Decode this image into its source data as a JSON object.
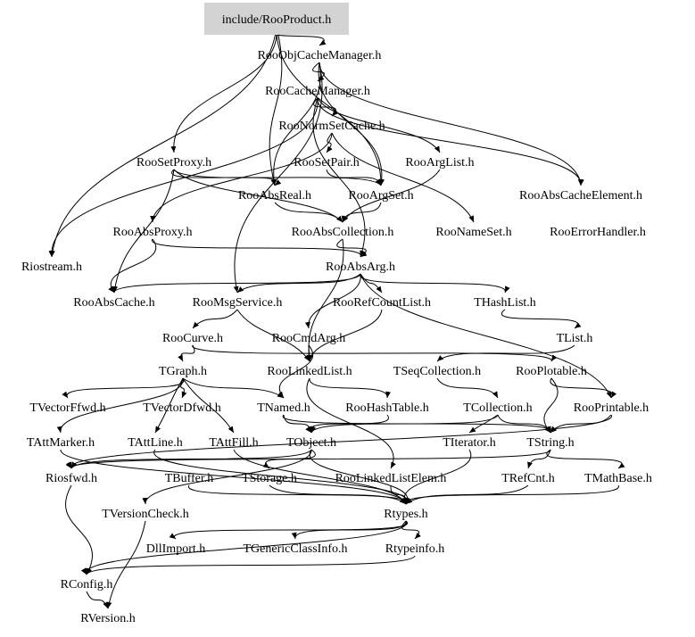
{
  "nodes": [
    {
      "id": "root",
      "label": "include/RooProduct.h",
      "highlight": true
    },
    {
      "id": "objcache",
      "label": "RooObjCacheManager.h"
    },
    {
      "id": "cachemgr",
      "label": "RooCacheManager.h"
    },
    {
      "id": "normset",
      "label": "RooNormSetCache.h"
    },
    {
      "id": "setproxy",
      "label": "RooSetProxy.h"
    },
    {
      "id": "setpair",
      "label": "RooSetPair.h"
    },
    {
      "id": "arglist",
      "label": "RooArgList.h"
    },
    {
      "id": "absreal",
      "label": "RooAbsReal.h"
    },
    {
      "id": "argset",
      "label": "RooArgSet.h"
    },
    {
      "id": "abscacheel",
      "label": "RooAbsCacheElement.h"
    },
    {
      "id": "absproxy",
      "label": "RooAbsProxy.h"
    },
    {
      "id": "abscoll",
      "label": "RooAbsCollection.h"
    },
    {
      "id": "nameset",
      "label": "RooNameSet.h"
    },
    {
      "id": "errhandler",
      "label": "RooErrorHandler.h"
    },
    {
      "id": "riostream",
      "label": "Riostream.h"
    },
    {
      "id": "absarg",
      "label": "RooAbsArg.h"
    },
    {
      "id": "abscache",
      "label": "RooAbsCache.h"
    },
    {
      "id": "msgservice",
      "label": "RooMsgService.h"
    },
    {
      "id": "refcount",
      "label": "RooRefCountList.h"
    },
    {
      "id": "thashlist",
      "label": "THashList.h"
    },
    {
      "id": "curve",
      "label": "RooCurve.h"
    },
    {
      "id": "cmdarg",
      "label": "RooCmdArg.h"
    },
    {
      "id": "tlist",
      "label": "TList.h"
    },
    {
      "id": "tgraph",
      "label": "TGraph.h"
    },
    {
      "id": "linkedlist",
      "label": "RooLinkedList.h"
    },
    {
      "id": "tseqcoll",
      "label": "TSeqCollection.h"
    },
    {
      "id": "plotable",
      "label": "RooPlotable.h"
    },
    {
      "id": "tvecf",
      "label": "TVectorFfwd.h"
    },
    {
      "id": "tvecd",
      "label": "TVectorDfwd.h"
    },
    {
      "id": "tnamed",
      "label": "TNamed.h"
    },
    {
      "id": "hashtable",
      "label": "RooHashTable.h"
    },
    {
      "id": "tcoll",
      "label": "TCollection.h"
    },
    {
      "id": "printable",
      "label": "RooPrintable.h"
    },
    {
      "id": "tattmarker",
      "label": "TAttMarker.h"
    },
    {
      "id": "tattline",
      "label": "TAttLine.h"
    },
    {
      "id": "tattfill",
      "label": "TAttFill.h"
    },
    {
      "id": "tobject",
      "label": "TObject.h"
    },
    {
      "id": "titerator",
      "label": "TIterator.h"
    },
    {
      "id": "tstring",
      "label": "TString.h"
    },
    {
      "id": "riosfwd",
      "label": "Riosfwd.h"
    },
    {
      "id": "tbuffer",
      "label": "TBuffer.h"
    },
    {
      "id": "tstorage",
      "label": "TStorage.h"
    },
    {
      "id": "linkedelem",
      "label": "RooLinkedListElem.h"
    },
    {
      "id": "trefcnt",
      "label": "TRefCnt.h"
    },
    {
      "id": "tmathbase",
      "label": "TMathBase.h"
    },
    {
      "id": "tversion",
      "label": "TVersionCheck.h"
    },
    {
      "id": "rtypes",
      "label": "Rtypes.h"
    },
    {
      "id": "dllimport",
      "label": "DllImport.h"
    },
    {
      "id": "tgeneric",
      "label": "TGenericClassInfo.h"
    },
    {
      "id": "rtypeinfo",
      "label": "Rtypeinfo.h"
    },
    {
      "id": "rconfig",
      "label": "RConfig.h"
    },
    {
      "id": "rversion",
      "label": "RVersion.h"
    }
  ],
  "edges": [
    [
      "root",
      "objcache"
    ],
    [
      "root",
      "setproxy"
    ],
    [
      "root",
      "riostream"
    ],
    [
      "root",
      "absreal"
    ],
    [
      "root",
      "argset"
    ],
    [
      "objcache",
      "cachemgr"
    ],
    [
      "objcache",
      "absreal"
    ],
    [
      "objcache",
      "argset"
    ],
    [
      "objcache",
      "msgservice"
    ],
    [
      "objcache",
      "abscacheel"
    ],
    [
      "cachemgr",
      "normset"
    ],
    [
      "cachemgr",
      "arglist"
    ],
    [
      "cachemgr",
      "abscacheel"
    ],
    [
      "cachemgr",
      "absarg"
    ],
    [
      "cachemgr",
      "riostream"
    ],
    [
      "normset",
      "setpair"
    ],
    [
      "normset",
      "nameset"
    ],
    [
      "normset",
      "absproxy"
    ],
    [
      "setproxy",
      "absreal"
    ],
    [
      "setproxy",
      "argset"
    ],
    [
      "setproxy",
      "abscache"
    ],
    [
      "setproxy",
      "abscoll"
    ],
    [
      "setpair",
      "argset"
    ],
    [
      "arglist",
      "abscoll"
    ],
    [
      "absreal",
      "abscoll"
    ],
    [
      "argset",
      "abscoll"
    ],
    [
      "abscoll",
      "absarg"
    ],
    [
      "abscoll",
      "linkedlist"
    ],
    [
      "absproxy",
      "absarg"
    ],
    [
      "absproxy",
      "abscache"
    ],
    [
      "absarg",
      "abscache"
    ],
    [
      "absarg",
      "msgservice"
    ],
    [
      "absarg",
      "refcount"
    ],
    [
      "absarg",
      "thashlist"
    ],
    [
      "absarg",
      "printable"
    ],
    [
      "absarg",
      "cmdarg"
    ],
    [
      "msgservice",
      "curve"
    ],
    [
      "msgservice",
      "linkedlist"
    ],
    [
      "refcount",
      "linkedlist"
    ],
    [
      "thashlist",
      "tlist"
    ],
    [
      "curve",
      "tgraph"
    ],
    [
      "curve",
      "plotable"
    ],
    [
      "cmdarg",
      "tnamed"
    ],
    [
      "cmdarg",
      "linkedlist"
    ],
    [
      "tlist",
      "tseqcoll"
    ],
    [
      "tgraph",
      "tvecf"
    ],
    [
      "tgraph",
      "tvecd"
    ],
    [
      "tgraph",
      "tnamed"
    ],
    [
      "tgraph",
      "tattmarker"
    ],
    [
      "tgraph",
      "tattline"
    ],
    [
      "tgraph",
      "tattfill"
    ],
    [
      "linkedlist",
      "hashtable"
    ],
    [
      "linkedlist",
      "linkedelem"
    ],
    [
      "tseqcoll",
      "tcoll"
    ],
    [
      "plotable",
      "printable"
    ],
    [
      "plotable",
      "tstring"
    ],
    [
      "tnamed",
      "tobject"
    ],
    [
      "tnamed",
      "tstring"
    ],
    [
      "hashtable",
      "tobject"
    ],
    [
      "tcoll",
      "tobject"
    ],
    [
      "tcoll",
      "titerator"
    ],
    [
      "tcoll",
      "tstring"
    ],
    [
      "printable",
      "tstring"
    ],
    [
      "printable",
      "riosfwd"
    ],
    [
      "tattmarker",
      "rtypes"
    ],
    [
      "tattline",
      "rtypes"
    ],
    [
      "tattfill",
      "rtypes"
    ],
    [
      "tobject",
      "riosfwd"
    ],
    [
      "tobject",
      "tstorage"
    ],
    [
      "tobject",
      "tversion"
    ],
    [
      "tobject",
      "rtypes"
    ],
    [
      "titerator",
      "rtypes"
    ],
    [
      "tstring",
      "trefcnt"
    ],
    [
      "tstring",
      "tmathbase"
    ],
    [
      "tstring",
      "riosfwd"
    ],
    [
      "tbuffer",
      "rtypes"
    ],
    [
      "tstorage",
      "rtypes"
    ],
    [
      "linkedelem",
      "rtypes"
    ],
    [
      "trefcnt",
      "rtypes"
    ],
    [
      "tmathbase",
      "rtypes"
    ],
    [
      "tversion",
      "rversion"
    ],
    [
      "rtypes",
      "dllimport"
    ],
    [
      "rtypes",
      "tgeneric"
    ],
    [
      "rtypes",
      "rtypeinfo"
    ],
    [
      "rtypes",
      "rconfig"
    ],
    [
      "rtypeinfo",
      "rconfig"
    ],
    [
      "riosfwd",
      "rconfig"
    ],
    [
      "rconfig",
      "rversion"
    ]
  ]
}
